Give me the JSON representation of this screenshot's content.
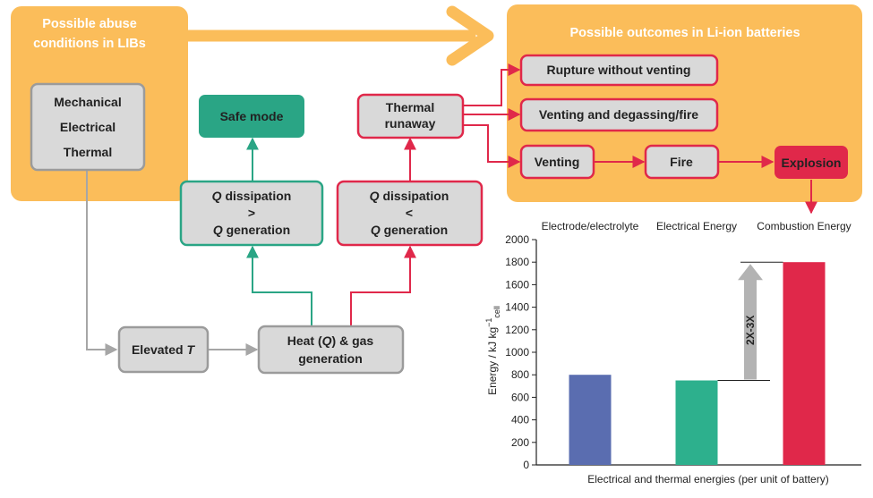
{
  "colors": {
    "orange": "#fbbd5a",
    "box_fill": "#d9d9d9",
    "box_gray_stroke": "#9b9b9b",
    "teal": "#2aa585",
    "red": "#e0284a",
    "gray_line": "#a6a6a6"
  },
  "panels": {
    "abuse_title_1": "Possible abuse",
    "abuse_title_2": "conditions in LIBs",
    "outcomes_title": "Possible outcomes in Li-ion batteries"
  },
  "boxes": {
    "mechanical": "Mechanical",
    "electrical": "Electrical",
    "thermal": "Thermal",
    "safe_mode": "Safe mode",
    "q_dissipation": "dissipation",
    "q_generation": "generation",
    "q_symbol": "Q",
    "greater_than": ">",
    "less_than": "<",
    "thermal_1": "Thermal",
    "thermal_2": "runaway",
    "elevated": "Elevated ",
    "elevated_t": "T",
    "heat_1a": "Heat (",
    "heat_1b": "Q",
    "heat_1c": ") & gas",
    "heat_2": "generation",
    "rupture": "Rupture without venting",
    "venting_degassing": "Venting and degassing/fire",
    "venting": "Venting",
    "fire": "Fire",
    "explosion": "Explosion"
  },
  "chart_data": {
    "type": "bar",
    "categories": [
      "Electrode/electrolyte",
      "Electrical Energy",
      "Combustion Energy"
    ],
    "values": [
      800,
      750,
      1800
    ],
    "bar_colors": [
      "#5a6db0",
      "#2db08d",
      "#e0284a"
    ],
    "ylabel_main": "Energy / kJ kg",
    "ylabel_exp": "−1",
    "ylabel_sub": "cell",
    "xlabel": "Electrical and thermal energies (per unit of battery)",
    "ylim": [
      0,
      2000
    ],
    "yticks": [
      0,
      200,
      400,
      600,
      800,
      1000,
      1200,
      1400,
      1600,
      1800,
      2000
    ],
    "annotation": "2X-3X",
    "grid": false
  }
}
